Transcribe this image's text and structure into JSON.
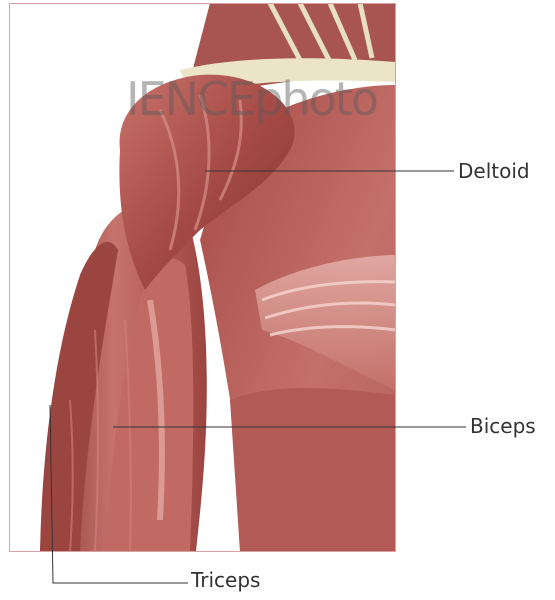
{
  "labels": {
    "deltoid": "Deltoid",
    "biceps": "Biceps",
    "triceps": "Triceps"
  },
  "watermark": "IENCEphoto",
  "colors": {
    "frame": "#d8a0a0",
    "muscle_dark": "#8e3c3a",
    "muscle_mid": "#b65d58",
    "muscle_light": "#d99a93",
    "tendon": "#e9e4c8",
    "leader_line": "#333333",
    "label_text": "#333333"
  }
}
